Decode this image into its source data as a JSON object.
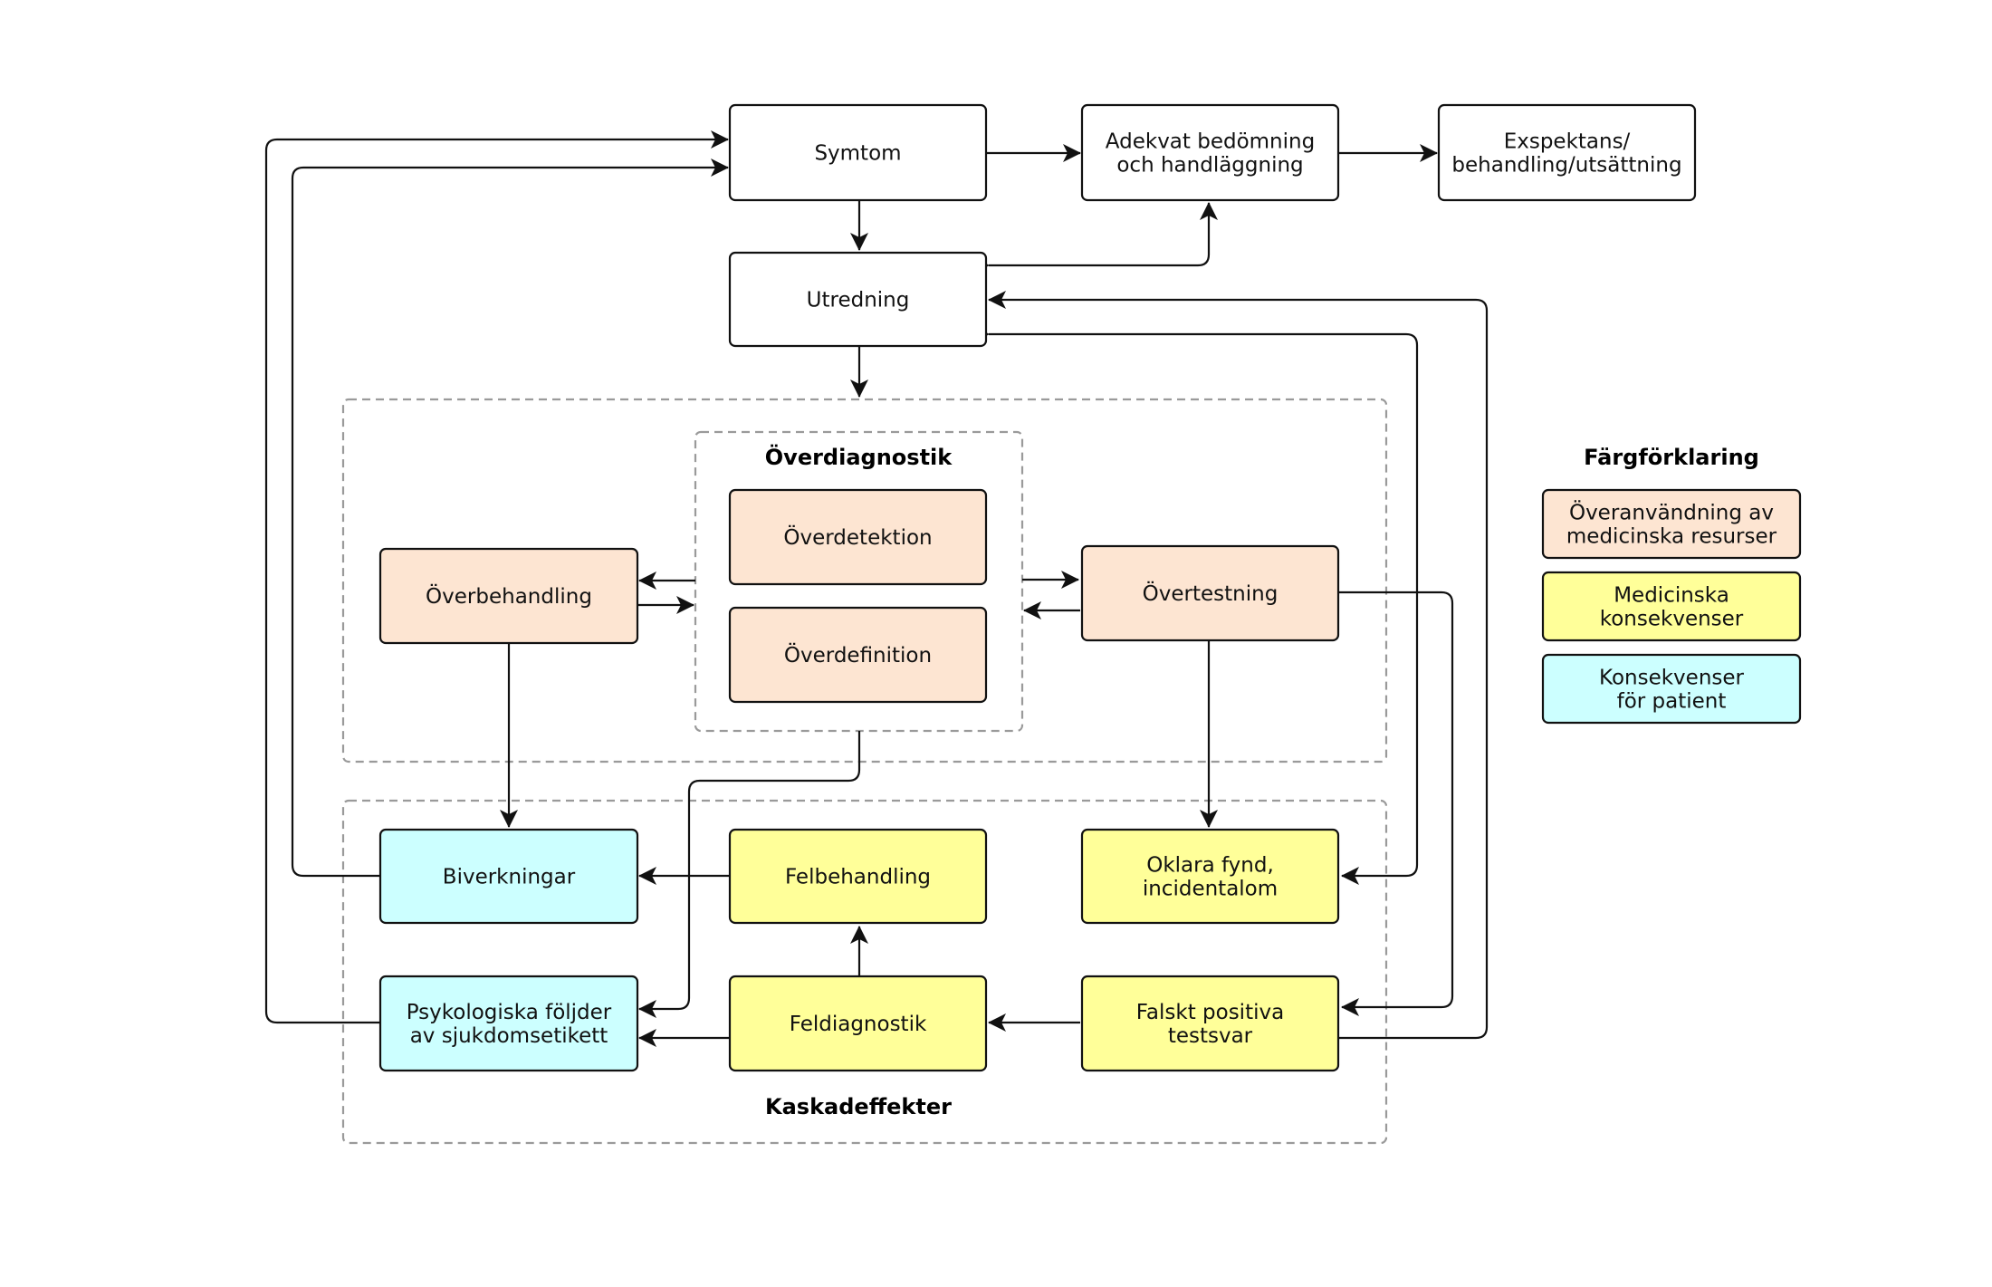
{
  "colors": {
    "white": "#ffffff",
    "overuse": "#fde5d2",
    "medical": "#ffff99",
    "patient": "#ccffff"
  },
  "nodes": {
    "symtom": [
      "Symtom"
    ],
    "adekvat": [
      "Adekvat bedömning",
      "och handläggning"
    ],
    "exspektans": [
      "Exspektans/",
      "behandling/utsättning"
    ],
    "utredning": [
      "Utredning"
    ],
    "overdetektion": [
      "Överdetektion"
    ],
    "overdefinition": [
      "Överdefinition"
    ],
    "overbehandling": [
      "Överbehandling"
    ],
    "overtestning": [
      "Övertestning"
    ],
    "biverkningar": [
      "Biverkningar"
    ],
    "felbehandling": [
      "Felbehandling"
    ],
    "oklara": [
      "Oklara fynd,",
      "incidentalom"
    ],
    "psykologiska": [
      "Psykologiska följder",
      "av sjukdomsetikett"
    ],
    "feldiagnostik": [
      "Feldiagnostik"
    ],
    "falskt": [
      "Falskt positiva",
      "testsvar"
    ]
  },
  "groups": {
    "overdiagnostik": "Överdiagnostik",
    "kaskadeffekter": "Kaskadeffekter"
  },
  "legend": {
    "title": "Färgförklaring",
    "items": [
      {
        "lines": [
          "Överanvändning av",
          "medicinska resurser"
        ],
        "color": "overuse"
      },
      {
        "lines": [
          "Medicinska",
          "konsekvenser"
        ],
        "color": "medical"
      },
      {
        "lines": [
          "Konsekvenser",
          "för patient"
        ],
        "color": "patient"
      }
    ]
  }
}
